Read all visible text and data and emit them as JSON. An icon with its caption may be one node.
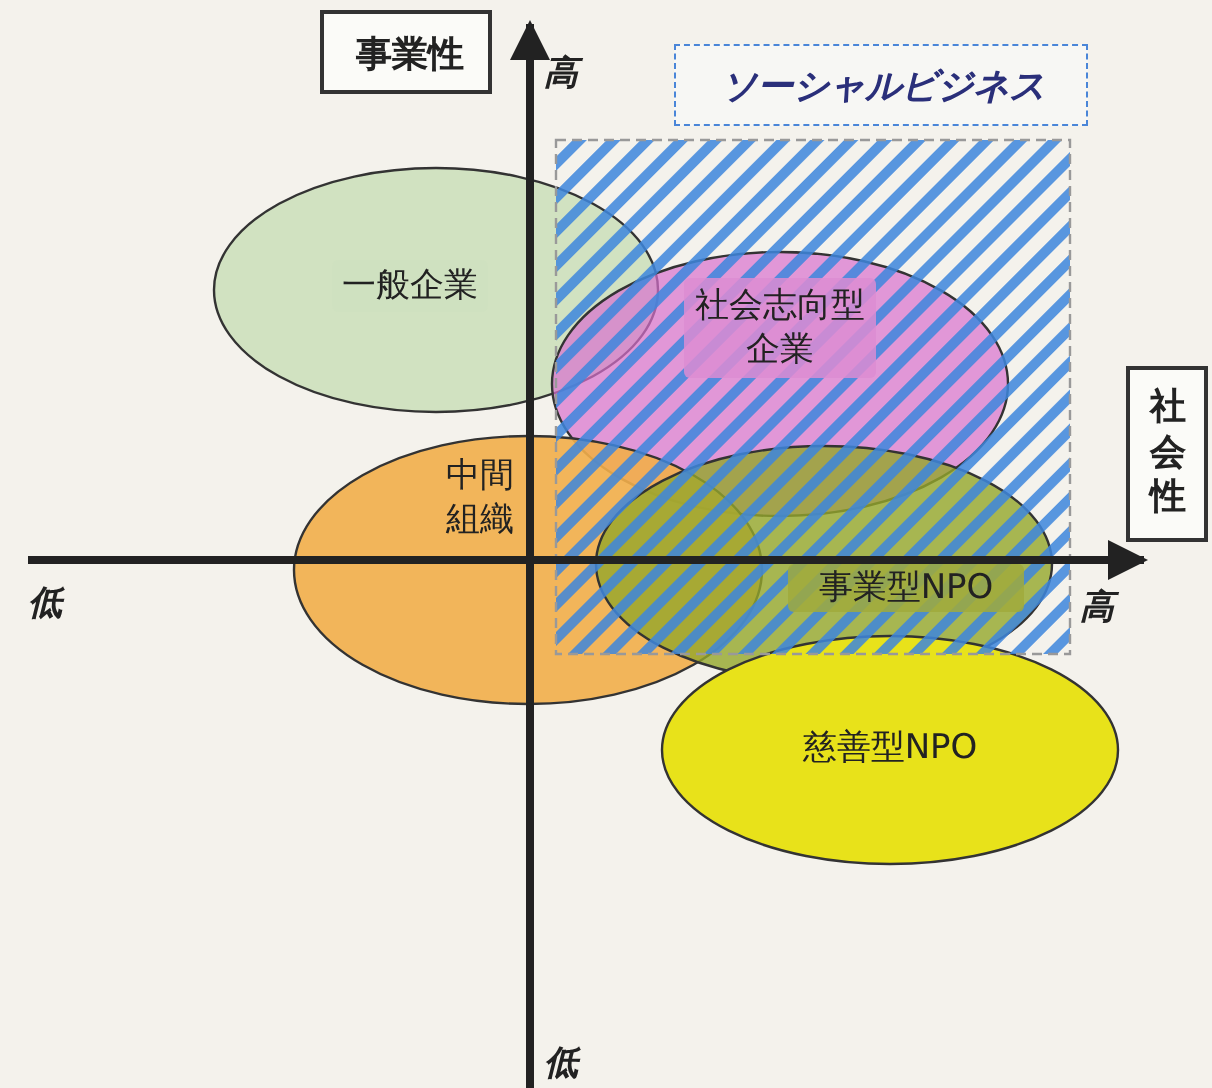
{
  "diagram": {
    "nodes": [
      {
        "text": [
          "事業性"
        ]
      },
      {
        "text": [
          "ソーシャルビジネス"
        ]
      },
      {
        "text": [
          "社会性"
        ]
      },
      {
        "text": [
          "一般企業"
        ]
      },
      {
        "text": [
          "社会志向型企業"
        ]
      },
      {
        "text": [
          "中間組織"
        ]
      },
      {
        "text": [
          "事業型NPO"
        ]
      },
      {
        "text": [
          "慈善型NPO"
        ]
      }
    ],
    "labels": [
      "高",
      "低",
      "高",
      "低"
    ]
  }
}
